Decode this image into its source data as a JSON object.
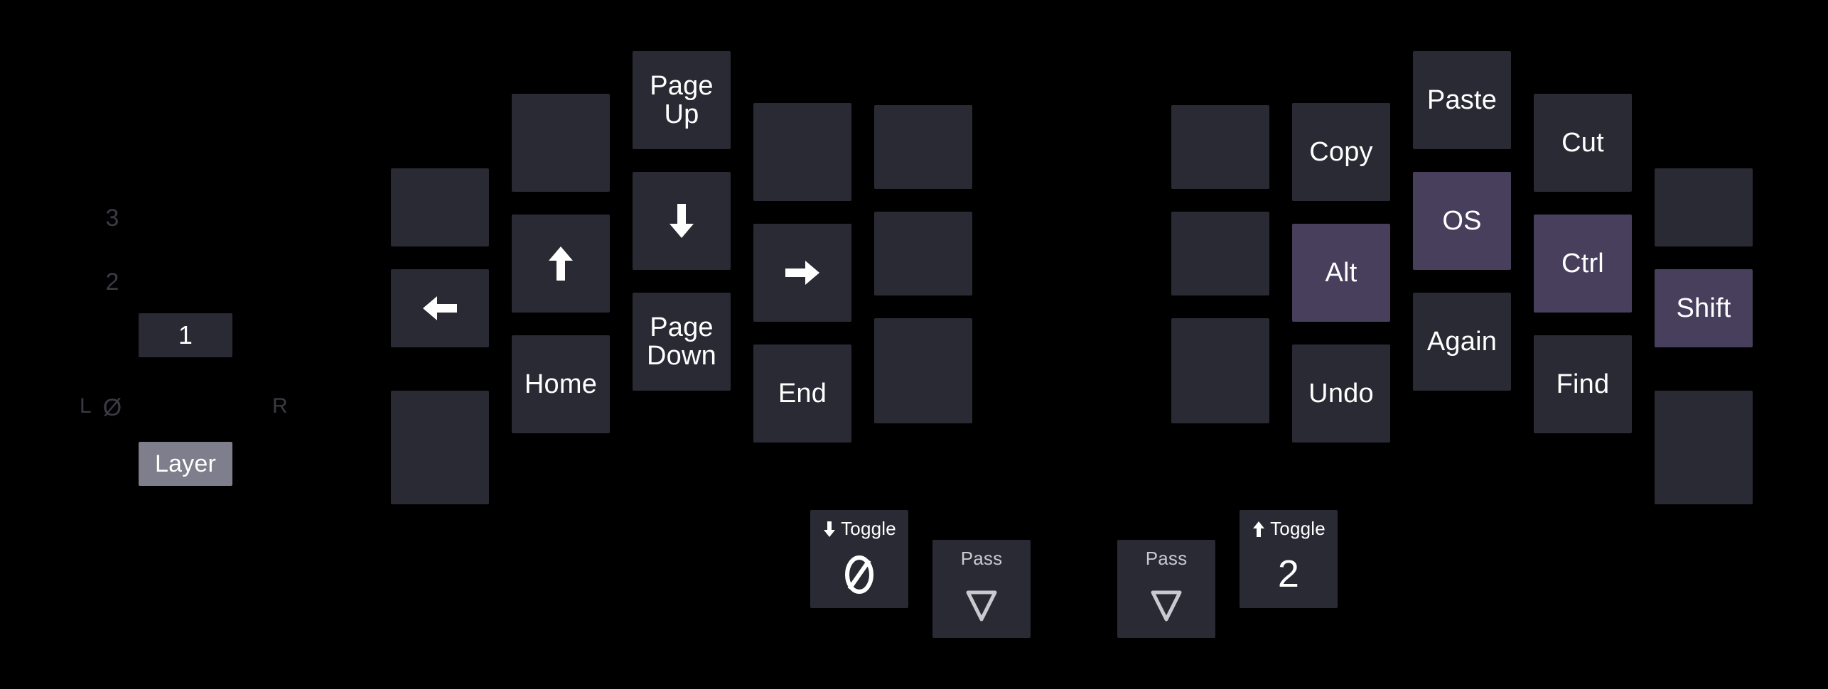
{
  "meta": {
    "background_color": "#000000",
    "key_color": "#2a2a35",
    "mod_key_color": "#483f5c",
    "layer_key_color": "#7e7e8c",
    "text_color": "#ffffff",
    "dim_text_color": "#3a3a45"
  },
  "layer_indicator": {
    "levels": [
      "3",
      "2"
    ],
    "active_level": "1",
    "base_level": "0",
    "left_label": "L",
    "right_label": "R",
    "layer_key_label": "Layer"
  },
  "left_half": {
    "col1": [
      {
        "label": "",
        "style": "blank"
      },
      {
        "label": "left-arrow",
        "style": "arrow",
        "icon": "arrow-left-icon"
      },
      {
        "label": "",
        "style": "blank"
      }
    ],
    "col2": [
      {
        "label": "",
        "style": "blank"
      },
      {
        "label": "up-arrow",
        "style": "arrow",
        "icon": "arrow-up-icon"
      },
      {
        "label": "Home",
        "style": "normal"
      }
    ],
    "col3": [
      {
        "label": "Page Up",
        "style": "normal"
      },
      {
        "label": "down-arrow",
        "style": "arrow",
        "icon": "arrow-down-icon"
      },
      {
        "label": "Page Down",
        "style": "normal"
      }
    ],
    "col4": [
      {
        "label": "",
        "style": "blank"
      },
      {
        "label": "right-arrow",
        "style": "arrow",
        "icon": "arrow-right-icon"
      },
      {
        "label": "End",
        "style": "normal"
      }
    ],
    "col5": [
      {
        "label": "",
        "style": "blank"
      },
      {
        "label": "",
        "style": "blank"
      },
      {
        "label": "",
        "style": "blank"
      }
    ]
  },
  "right_half": {
    "col1": [
      {
        "label": "",
        "style": "blank"
      },
      {
        "label": "",
        "style": "blank"
      },
      {
        "label": "",
        "style": "blank"
      }
    ],
    "col2": [
      {
        "label": "Copy",
        "style": "normal"
      },
      {
        "label": "Alt",
        "style": "mod"
      },
      {
        "label": "Undo",
        "style": "normal"
      }
    ],
    "col3": [
      {
        "label": "Paste",
        "style": "normal"
      },
      {
        "label": "OS",
        "style": "mod"
      },
      {
        "label": "Again",
        "style": "normal"
      }
    ],
    "col4": [
      {
        "label": "Cut",
        "style": "normal"
      },
      {
        "label": "Ctrl",
        "style": "mod"
      },
      {
        "label": "Find",
        "style": "normal"
      }
    ],
    "col5": [
      {
        "label": "",
        "style": "blank"
      },
      {
        "label": "Shift",
        "style": "mod"
      },
      {
        "label": "",
        "style": "blank"
      }
    ]
  },
  "thumbs": [
    {
      "name": "toggle-down",
      "top_label": "Toggle",
      "top_icon": "arrow-down-icon",
      "body": "0",
      "body_icon": "no-entry-icon",
      "top_muted": false
    },
    {
      "name": "pass-left",
      "top_label": "Pass",
      "top_icon": "",
      "body": "",
      "body_icon": "pass-through-icon",
      "top_muted": true
    },
    {
      "name": "pass-right",
      "top_label": "Pass",
      "top_icon": "",
      "body": "",
      "body_icon": "pass-through-icon",
      "top_muted": true
    },
    {
      "name": "toggle-up",
      "top_label": "Toggle",
      "top_icon": "arrow-up-icon",
      "body": "2",
      "body_icon": "",
      "top_muted": false
    }
  ]
}
